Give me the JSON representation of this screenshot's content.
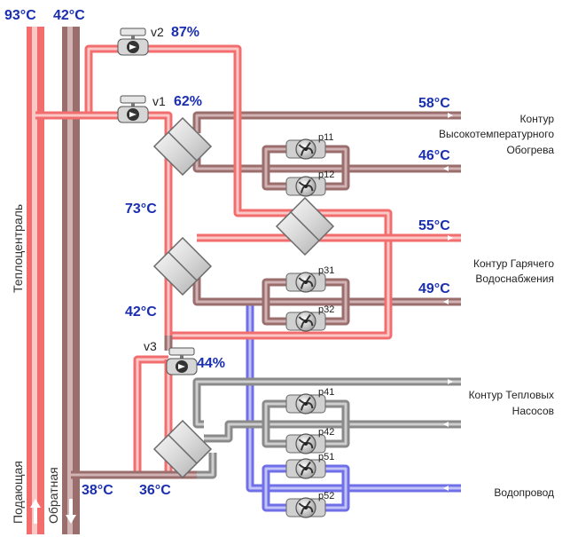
{
  "colors": {
    "hot": "#f26d6d",
    "hot_light": "#fbc8c8",
    "return": "#9b6e6e",
    "return_light": "#d2b3b3",
    "gray": "#8a8a8a",
    "gray_light": "#cfcfcf",
    "cold": "#6f6fe8",
    "cold_light": "#c3c3f7",
    "value_text": "#1a2fb0"
  },
  "supply": {
    "temp": "93°C",
    "label": "Подающая"
  },
  "return_main": {
    "temp": "42°C",
    "label": "Обратная"
  },
  "heat_center_label": "Теплоцентраль",
  "valves": {
    "v1": {
      "name": "v1",
      "opening": "62%"
    },
    "v2": {
      "name": "v2",
      "opening": "87%"
    },
    "v3": {
      "name": "v3",
      "opening": "44%"
    }
  },
  "temps": {
    "t73": "73°C",
    "t42": "42°C",
    "t38": "38°C",
    "t36": "36°C",
    "t58": "58°C",
    "t46": "46°C",
    "t55": "55°C",
    "t49": "49°C"
  },
  "pumps": [
    "p11",
    "p12",
    "p31",
    "p32",
    "p41",
    "p42",
    "p51",
    "p52"
  ],
  "circuits": {
    "high_temp": [
      "Контур",
      "Высокотемпературного",
      "Обогрева"
    ],
    "hot_water": [
      "Контур Гарячего",
      "Водоснабжения"
    ],
    "heat_pumps": [
      "Контур Тепловых",
      "Насосов"
    ],
    "water_supply": "Водопровод"
  }
}
